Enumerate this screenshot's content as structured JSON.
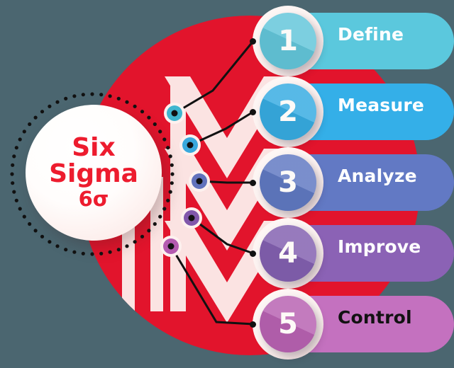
{
  "background_color": "#4b6670",
  "center": {
    "line1": "Six",
    "line2": "Sigma",
    "line3": "6σ",
    "text_color": "#ed1c2e"
  },
  "brand_shape": {
    "circle_color": "#e2142c",
    "chevron_color": "#fbe3e2",
    "bar_color": "#fbe3e2"
  },
  "steps": [
    {
      "number": "1",
      "label": "Define",
      "pill_color": "#5bc8dd",
      "circle_color": "#63c6da",
      "node_color": "#3fb6cf",
      "label_color": "#ffffff"
    },
    {
      "number": "2",
      "label": "Measure",
      "pill_color": "#34afe8",
      "circle_color": "#37ace2",
      "node_color": "#3aa9dd",
      "label_color": "#ffffff"
    },
    {
      "number": "3",
      "label": "Analyze",
      "pill_color": "#6279c4",
      "circle_color": "#6079c2",
      "node_color": "#6272bc",
      "label_color": "#ffffff"
    },
    {
      "number": "4",
      "label": "Improve",
      "pill_color": "#8b62b5",
      "circle_color": "#8360b0",
      "node_color": "#8157ab",
      "label_color": "#ffffff"
    },
    {
      "number": "5",
      "label": "Control",
      "pill_color": "#c471bf",
      "circle_color": "#b862b2",
      "node_color": "#b45bb0",
      "label_color": "#121212"
    }
  ]
}
